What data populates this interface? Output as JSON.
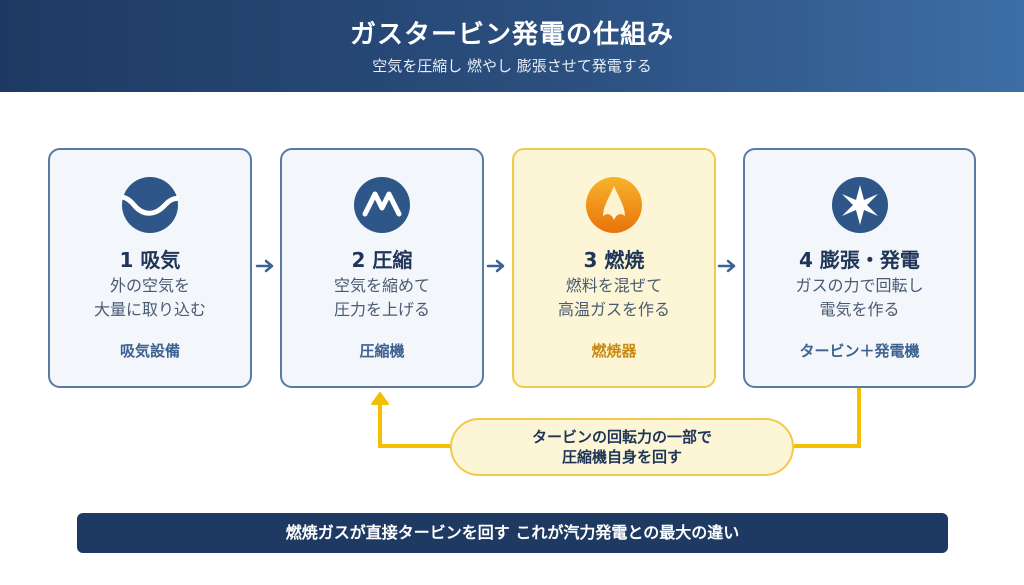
{
  "header": {
    "title": "ガスタービン発電の仕組み",
    "subtitle": "空気を圧縮し 燃やし 膨張させて発電する"
  },
  "steps": [
    {
      "title": "1 吸気",
      "desc_lines": [
        "外の空気を",
        "大量に取り込む"
      ],
      "equipment": "吸気設備",
      "icon": "wave-icon"
    },
    {
      "title": "2 圧縮",
      "desc_lines": [
        "空気を縮めて",
        "圧力を上げる"
      ],
      "equipment": "圧縮機",
      "icon": "compress-icon"
    },
    {
      "title": "3 燃焼",
      "desc_lines": [
        "燃料を混ぜて",
        "高温ガスを作る"
      ],
      "equipment": "燃焼器",
      "icon": "flame-icon"
    },
    {
      "title": "4 膨張・発電",
      "desc_lines": [
        "ガスの力で回転し",
        "電気を作る"
      ],
      "equipment": "タービン＋発電機",
      "icon": "turbine-icon"
    }
  ],
  "feedback": {
    "lines": [
      "タービンの回転力の一部で",
      "圧縮機自身を回す"
    ]
  },
  "footer": {
    "text": "燃焼ガスが直接タービンを回す これが汽力発電との最大の違い"
  },
  "colors": {
    "navy": "#1e3a63",
    "icon_blue": "#2f5688",
    "highlight_yellow": "#f2c94c",
    "flame_orange": "#f39c12"
  }
}
